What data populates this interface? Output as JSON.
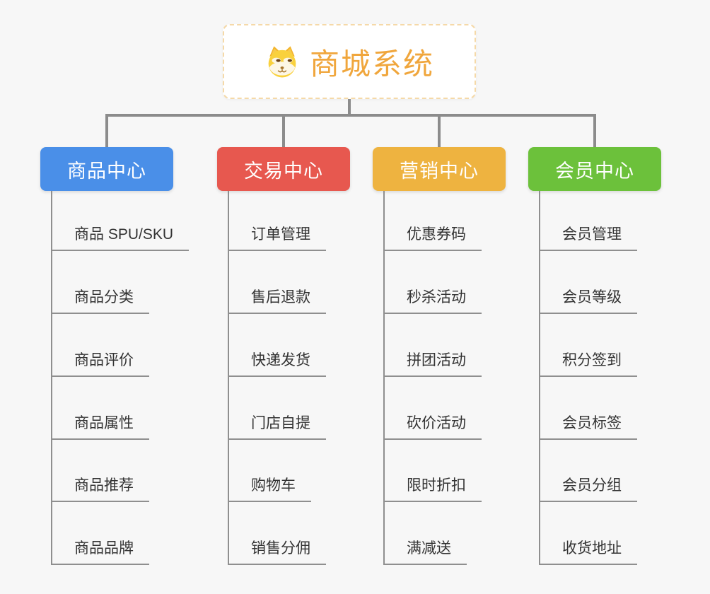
{
  "theme": {
    "page-bg": "#f7f7f7",
    "connector": "#8c8c8c",
    "underline": "#8f8f8f",
    "root-border": "#f5d9a8",
    "root-title": "#f0a63c",
    "leaf-text": "#333333"
  },
  "root": {
    "title": "商城系统",
    "icon": "shiba-dog-icon"
  },
  "branches": [
    {
      "label": "商品中心",
      "color": "#4a8fe8",
      "items": [
        "商品 SPU/SKU",
        "商品分类",
        "商品评价",
        "商品属性",
        "商品推荐",
        "商品品牌"
      ]
    },
    {
      "label": "交易中心",
      "color": "#e7584f",
      "items": [
        "订单管理",
        "售后退款",
        "快递发货",
        "门店自提",
        "购物车",
        "销售分佣"
      ]
    },
    {
      "label": "营销中心",
      "color": "#eeb340",
      "items": [
        "优惠券码",
        "秒杀活动",
        "拼团活动",
        "砍价活动",
        "限时折扣",
        "满减送"
      ]
    },
    {
      "label": "会员中心",
      "color": "#6cc13b",
      "items": [
        "会员管理",
        "会员等级",
        "积分签到",
        "会员标签",
        "会员分组",
        "收货地址"
      ]
    }
  ]
}
